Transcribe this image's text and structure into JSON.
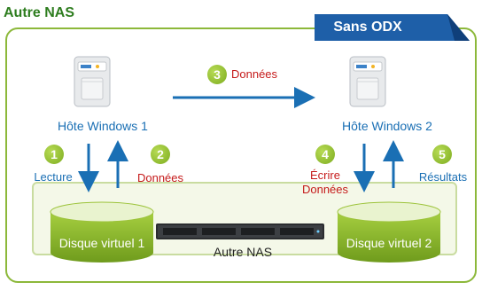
{
  "header": {
    "title": "Autre NAS"
  },
  "tag": {
    "label": "Sans ODX"
  },
  "hosts": [
    {
      "label": "Hôte Windows 1"
    },
    {
      "label": "Hôte Windows 2"
    }
  ],
  "steps": [
    {
      "num": "1",
      "label": "Lecture"
    },
    {
      "num": "2",
      "label": "Données"
    },
    {
      "num": "3",
      "label": "Données"
    },
    {
      "num": "4",
      "label_line1": "Écrire",
      "label_line2": "Données"
    },
    {
      "num": "5",
      "label": "Résultats"
    }
  ],
  "disks": [
    {
      "label": "Disque virtuel 1"
    },
    {
      "label": "Disque virtuel 2"
    }
  ],
  "nas": {
    "label": "Autre NAS"
  },
  "colors": {
    "accent_green": "#8cb83a",
    "accent_blue": "#1a6fb4",
    "tag_bg": "#1e5fa8",
    "step_red": "#c51a1a"
  }
}
